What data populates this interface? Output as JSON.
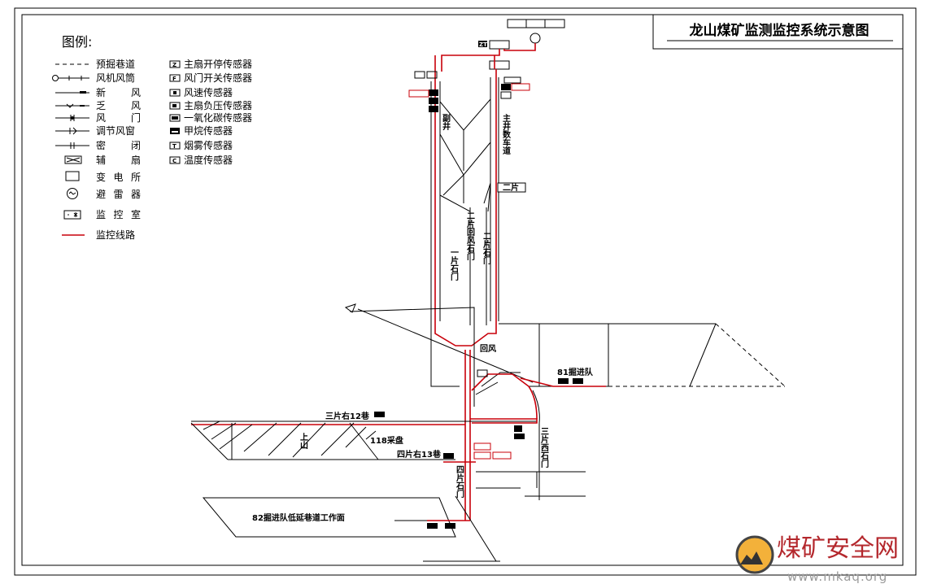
{
  "title": "龙山煤矿监测监控系统示意图",
  "legend": {
    "heading": "图例:",
    "left": [
      {
        "icon": "dashed-line-icon",
        "label": "预掘巷道"
      },
      {
        "icon": "fan-duct-icon",
        "label": "风机风筒"
      },
      {
        "icon": "fresh-air-icon",
        "label": "新风"
      },
      {
        "icon": "return-air-icon",
        "label": "乏风"
      },
      {
        "icon": "air-door-icon",
        "label": "风门"
      },
      {
        "icon": "regulator-window-icon",
        "label": "调节风窗"
      },
      {
        "icon": "seal-icon",
        "label": "密闭"
      },
      {
        "icon": "auxiliary-fan-icon",
        "label": "辅扇"
      },
      {
        "icon": "substation-icon",
        "label": "变电所"
      },
      {
        "icon": "lightning-arrester-icon",
        "label": "避雷器"
      },
      {
        "icon": "monitoring-room-icon",
        "label": "监控室"
      },
      {
        "icon": "monitoring-line-icon",
        "label": "监控线路"
      }
    ],
    "right": [
      {
        "icon": "main-fan-switch-sensor-icon",
        "glyph": "Z",
        "label": "主扇开停传感器"
      },
      {
        "icon": "air-door-switch-sensor-icon",
        "glyph": "F",
        "label": "风门开关传感器"
      },
      {
        "icon": "wind-speed-sensor-icon",
        "glyph": "▪",
        "label": "风速传感器"
      },
      {
        "icon": "main-fan-pressure-sensor-icon",
        "glyph": "■",
        "label": "主扇负压传感器"
      },
      {
        "icon": "co-sensor-icon",
        "glyph": "▬",
        "label": "一氧化碳传感器"
      },
      {
        "icon": "methane-sensor-icon",
        "glyph": "▀",
        "label": "甲烷传感器"
      },
      {
        "icon": "smoke-sensor-icon",
        "glyph": "T",
        "label": "烟雾传感器"
      },
      {
        "icon": "temperature-sensor-icon",
        "glyph": "C",
        "label": "温度传感器"
      }
    ]
  },
  "labels": {
    "aux_shaft": "副井",
    "main_shaft": "主井数车道",
    "second_section_box": "二片",
    "second_return_crosscut": "二片回风石门",
    "second_crosscut": "二片石门",
    "first_crosscut": "一片石门",
    "third_right_12": "三片右12巷",
    "mining_118": "118采盘",
    "fourth_right_13": "四片右13巷",
    "fourth_crosscut": "四片石门",
    "third_west_crosscut": "三片西石门",
    "team_81": "81掘进队",
    "team_82_face": "82掘进队低延巷道工作面",
    "uphill": "上山",
    "zt_station": "ZT",
    "return_air": "回风"
  },
  "watermark": {
    "name": "煤矿安全网",
    "url": "www.mkaq.org"
  },
  "colors": {
    "monitoring_line": "#c8000a",
    "watermark_text": "#b4282d"
  }
}
